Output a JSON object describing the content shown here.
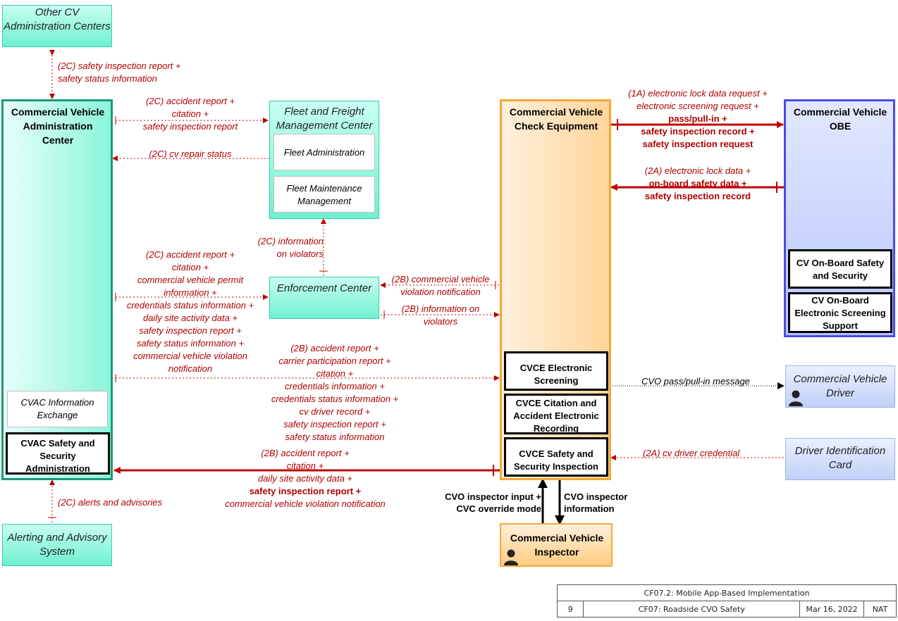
{
  "nodes": {
    "other_cv": "Other CV Administration Centers",
    "cvac": "Commercial Vehicle Administration Center",
    "cvac_info_exchange": "CVAC Information Exchange",
    "cvac_safety": "CVAC Safety and Security Administration",
    "fleet": "Fleet and Freight Management Center",
    "fleet_admin": "Fleet Administration",
    "fleet_maint": "Fleet Maintenance Management",
    "enforcement": "Enforcement Center",
    "cvce": "Commercial Vehicle Check Equipment",
    "cvce_screening": "CVCE Electronic Screening",
    "cvce_citation": "CVCE Citation and Accident Electronic Recording",
    "cvce_safety": "CVCE Safety and Security Inspection",
    "obe": "Commercial Vehicle OBE",
    "obe_safety": "CV On-Board Safety and Security",
    "obe_screening": "CV On-Board Electronic Screening Support",
    "driver": "Commercial Vehicle Driver",
    "driver_id_card": "Driver Identification Card",
    "inspector": "Commercial Vehicle Inspector",
    "alerting": "Alerting and Advisory System"
  },
  "flows": {
    "f_other": [
      "(2C) safety inspection report +",
      "safety status information"
    ],
    "f_cvac_fleet": [
      "(2C) accident report +",
      "citation +",
      "safety inspection report"
    ],
    "f_fleet_cvac": "(2C) cv repair status",
    "f_enf_fleet": [
      "(2C) information",
      "on violators"
    ],
    "f_cvac_enf": [
      "(2C) accident report +",
      "citation +",
      "commercial vehicle permit",
      "information +",
      "credentials status information +",
      "daily site activity data +",
      "safety inspection report +",
      "safety status information +",
      "commercial vehicle violation",
      "notification"
    ],
    "f_cvce_enf": [
      "(2B) commercial vehicle",
      "violation notification"
    ],
    "f_enf_cvce": [
      "(2B) information on",
      "violators"
    ],
    "f_cvac_cvce": [
      "(2B) accident report +",
      "carrier participation report +",
      "citation +",
      "credentials information +",
      "credentials status information +",
      "cv driver record +",
      "safety inspection report +",
      "safety status information"
    ],
    "f_cvce_cvac_1": "(2B) accident report +",
    "f_cvce_cvac_2": "citation +",
    "f_cvce_cvac_3": "daily site activity data +",
    "f_cvce_cvac_4": "safety inspection report +",
    "f_cvce_cvac_5": "commercial vehicle violation notification",
    "f_1a_1": "(1A) electronic lock data request +",
    "f_1a_2": "electronic screening request +",
    "f_1a_3": "pass/pull-in +",
    "f_1a_4": "safety inspection record +",
    "f_1a_5": "safety inspection request",
    "f_2a_1": "(2A) electronic lock data +",
    "f_2a_2": "on-board safety data +",
    "f_2a_3": "safety inspection record",
    "f_driver": "CVO pass/pull-in message",
    "f_card": "(2A) cv driver credential",
    "f_insp_in": [
      "CVO inspector input +",
      "CVC override mode"
    ],
    "f_insp_out": [
      "CVO inspector",
      "information"
    ],
    "f_alert": "(2C) alerts and advisories"
  },
  "footer": {
    "title": "CF07.2: Mobile App-Based Implementation",
    "page": "9",
    "name": "CF07: Roadside CVO Safety",
    "date": "Mar 16, 2022",
    "scope": "NAT"
  },
  "colors": {
    "flow": "#b00000",
    "teal": "#6ff0d0",
    "orange": "#ffd59a",
    "blue": "#b9c6ff"
  }
}
